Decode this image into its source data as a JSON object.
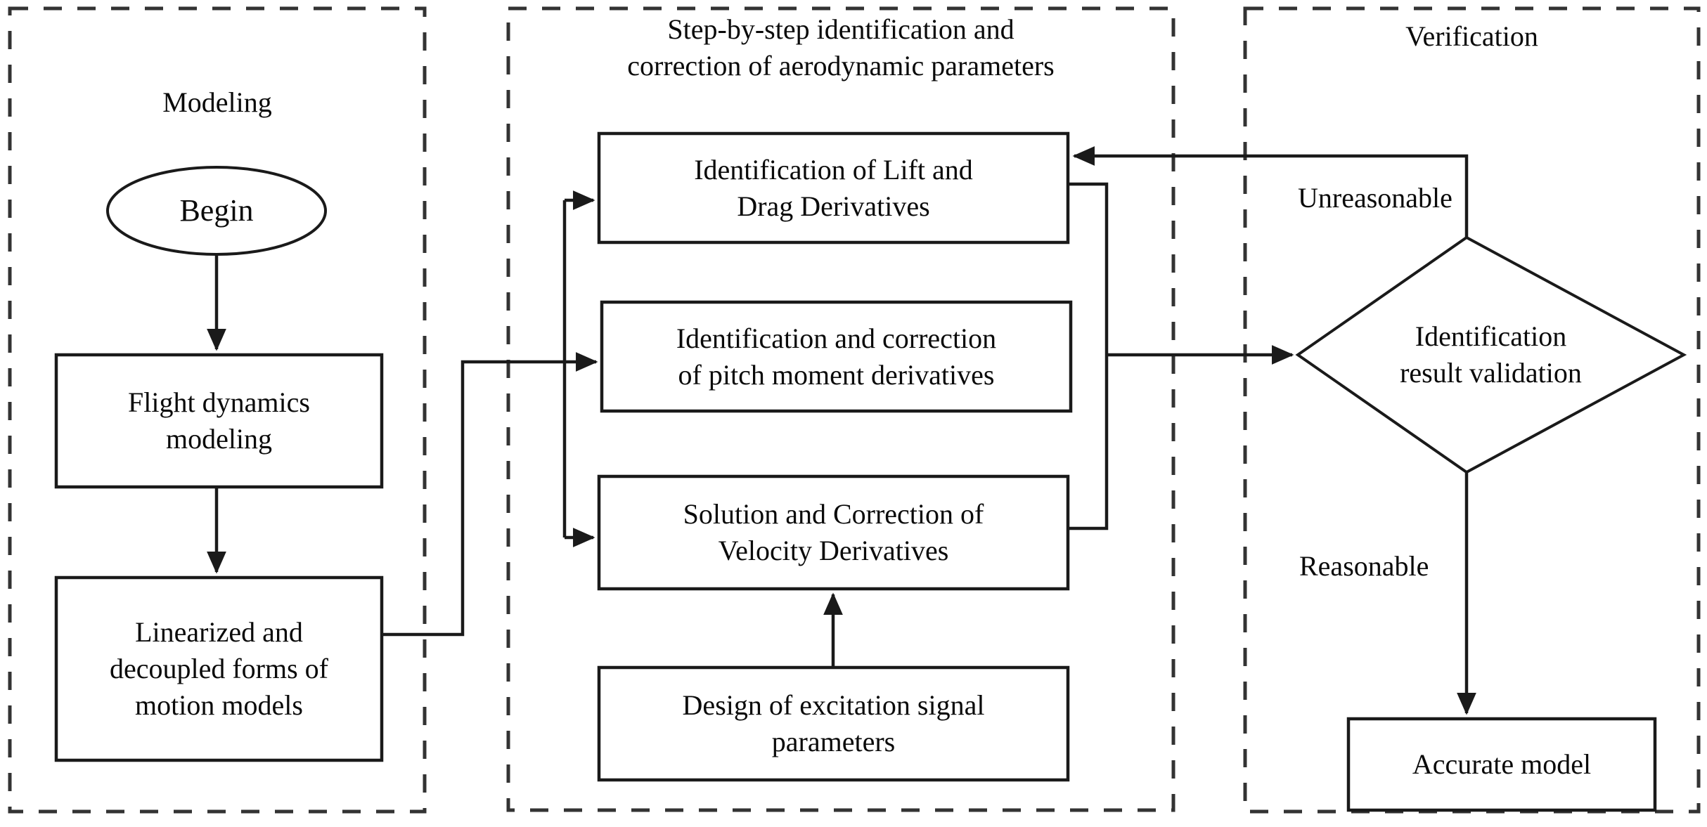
{
  "diagram": {
    "title": "Step-by-step aerodynamic parameter identification flowchart",
    "colors": {
      "stroke": "#1a1a1a",
      "dashed_panel": "#333333",
      "text": "#0a0a0a",
      "background": "#ffffff"
    },
    "panels": [
      {
        "id": "modeling",
        "title": "Modeling"
      },
      {
        "id": "identification",
        "title_line1": "Step-by-step identification and",
        "title_line2": "correction of aerodynamic parameters"
      },
      {
        "id": "verification",
        "title": "Verification"
      }
    ],
    "nodes": {
      "begin": {
        "shape": "ellipse",
        "label": "Begin"
      },
      "flight_dynamics": {
        "shape": "rect",
        "line1": "Flight dynamics",
        "line2": "modeling"
      },
      "linearized": {
        "shape": "rect",
        "line1": "Linearized and",
        "line2": "decoupled forms of",
        "line3": "motion models"
      },
      "lift_drag": {
        "shape": "rect",
        "line1": "Identification of Lift and",
        "line2": "Drag Derivatives"
      },
      "pitch_moment": {
        "shape": "rect",
        "line1": "Identification and correction",
        "line2": "of pitch moment derivatives"
      },
      "velocity": {
        "shape": "rect",
        "line1": "Solution and Correction of",
        "line2": "Velocity Derivatives"
      },
      "excitation": {
        "shape": "rect",
        "line1": "Design of excitation signal",
        "line2": "parameters"
      },
      "validation": {
        "shape": "diamond",
        "line1": "Identification",
        "line2": "result validation"
      },
      "accurate_model": {
        "shape": "rect",
        "label": "Accurate model"
      }
    },
    "edge_labels": {
      "unreasonable": "Unreasonable",
      "reasonable": "Reasonable"
    }
  }
}
